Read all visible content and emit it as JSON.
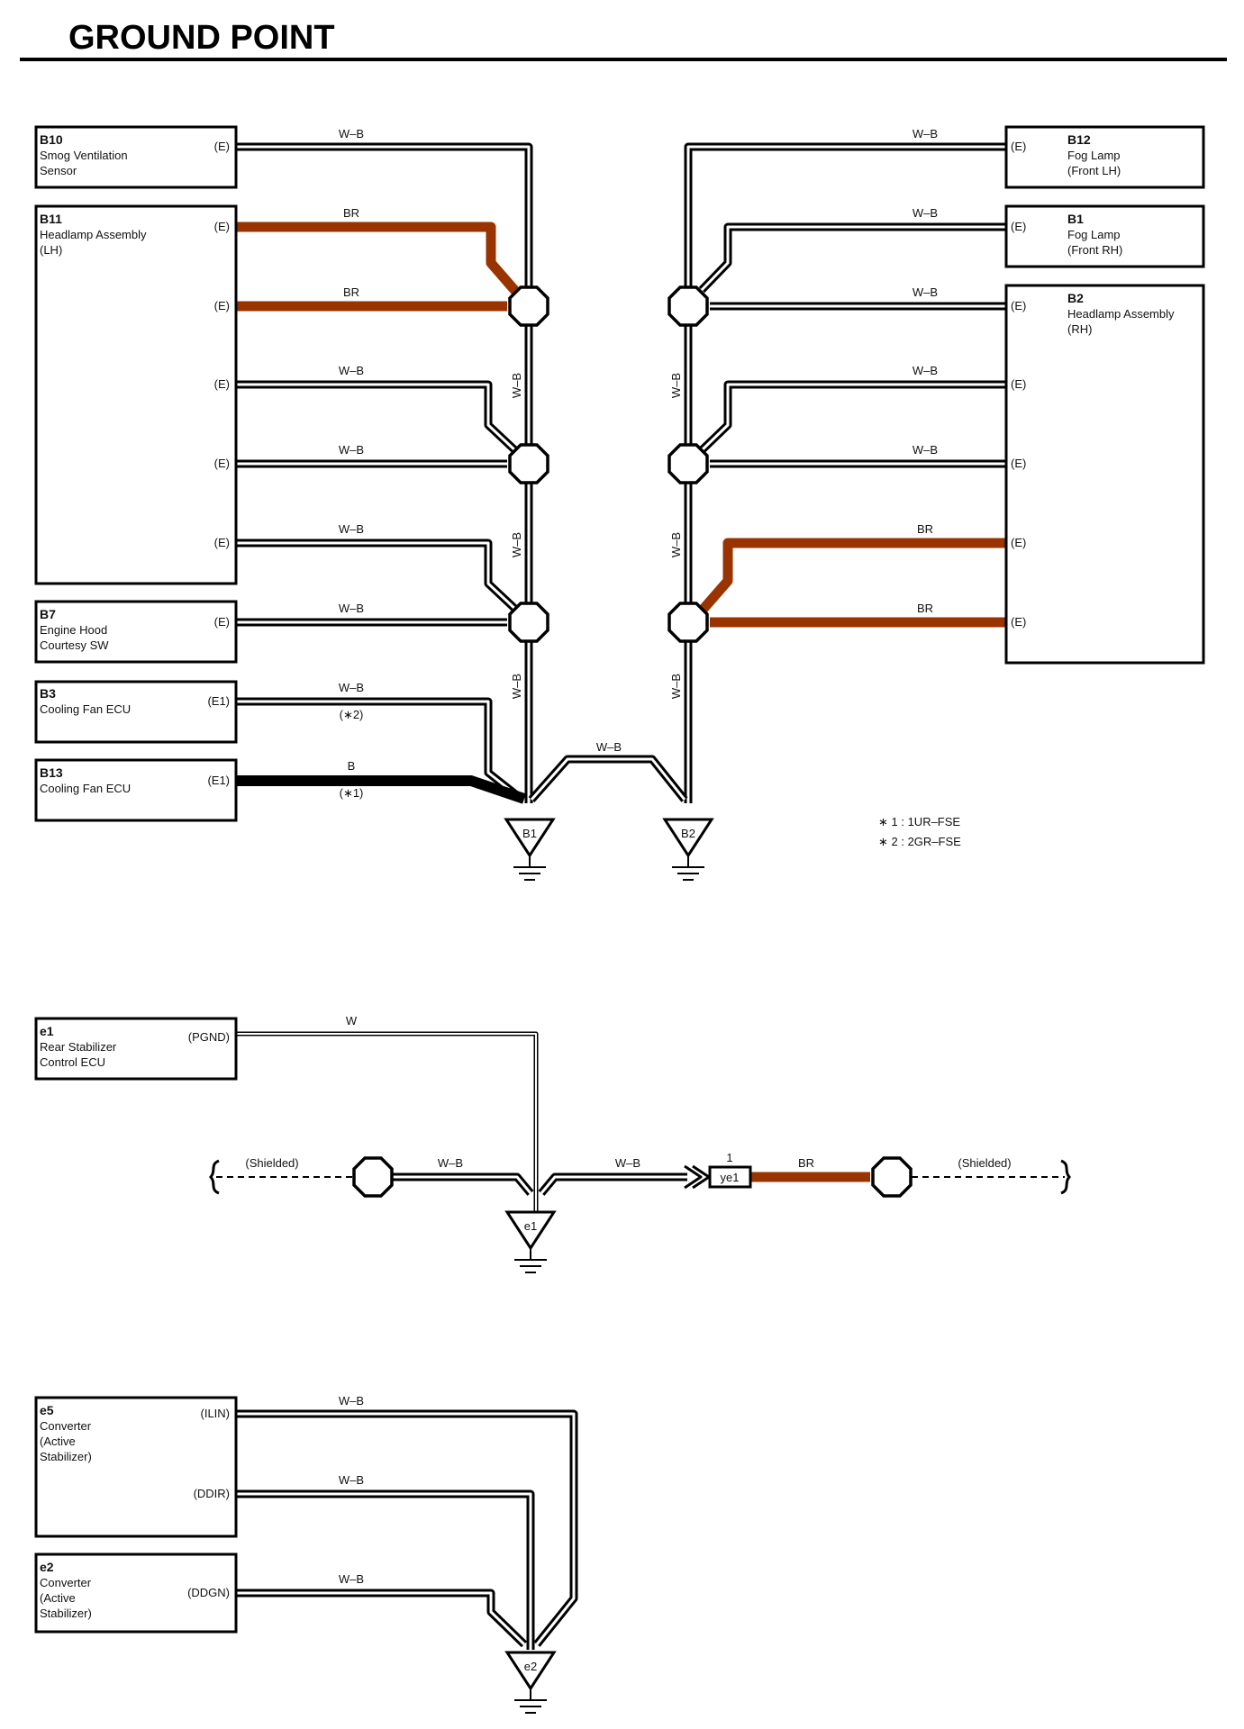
{
  "title": "GROUND POINT",
  "colors": {
    "br": "#993300",
    "black": "#000000"
  },
  "components": {
    "b10": {
      "code": "B10",
      "l1": "Smog Ventilation",
      "l2": "Sensor",
      "pin": "(E)"
    },
    "b11": {
      "code": "B11",
      "l1": "Headlamp Assembly",
      "l2": "(LH)",
      "pins": [
        "(E)",
        "(E)",
        "(E)",
        "(E)",
        "(E)"
      ]
    },
    "b7": {
      "code": "B7",
      "l1": "Engine Hood",
      "l2": "Courtesy SW",
      "pin": "(E)"
    },
    "b3": {
      "code": "B3",
      "l1": "Cooling Fan ECU",
      "pin": "(E1)"
    },
    "b13": {
      "code": "B13",
      "l1": "Cooling Fan ECU",
      "pin": "(E1)"
    },
    "b12": {
      "code": "B12",
      "l1": "Fog Lamp",
      "l2": "(Front LH)",
      "pin": "(E)"
    },
    "b1": {
      "code": "B1",
      "l1": "Fog Lamp",
      "l2": "(Front RH)",
      "pin": "(E)"
    },
    "b2": {
      "code": "B2",
      "l1": "Headlamp Assembly",
      "l2": "(RH)",
      "pins": [
        "(E)",
        "(E)",
        "(E)",
        "(E)",
        "(E)"
      ]
    },
    "e1": {
      "code": "e1",
      "l1": "Rear Stabilizer",
      "l2": "Control ECU",
      "pin": "(PGND)"
    },
    "e5": {
      "code": "e5",
      "l1": "Converter",
      "l2": "(Active",
      "l3": " Stabilizer)",
      "pins": [
        "(ILIN)",
        "(DDIR)"
      ]
    },
    "e2": {
      "code": "e2",
      "l1": "Converter",
      "l2": "(Active",
      "l3": " Stabilizer)",
      "pin": "(DDGN)"
    }
  },
  "wires": {
    "wb": "W–B",
    "br": "BR",
    "b": "B",
    "w": "W",
    "note1": "(∗1)",
    "note2": "(∗2)"
  },
  "grounds": {
    "g1": "B1",
    "g2": "B2",
    "g3": "e1",
    "g4": "e2"
  },
  "connector": {
    "label": "ye1",
    "pin": "1"
  },
  "shielded": "(Shielded)",
  "notes": [
    "∗ 1 : 1UR–FSE",
    "∗ 2 : 2GR–FSE"
  ]
}
